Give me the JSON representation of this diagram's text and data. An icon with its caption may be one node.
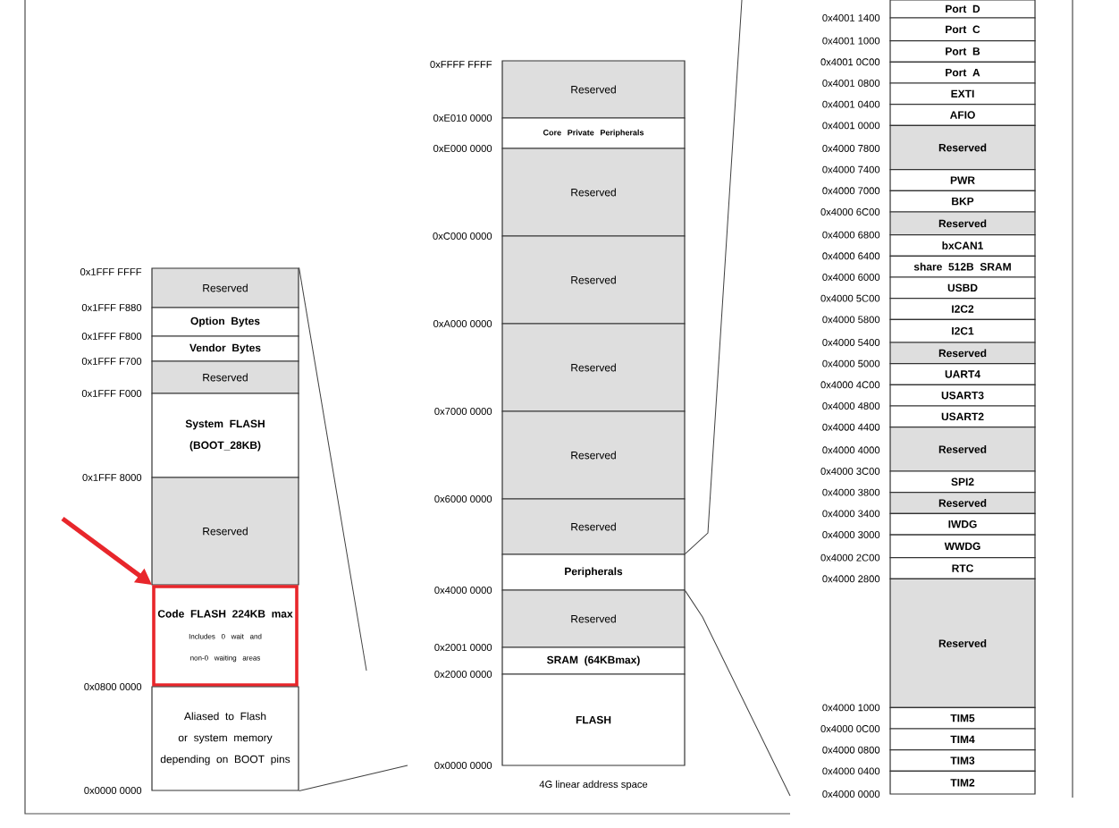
{
  "diagram": {
    "nodes": [
      {
        "text": [
          "Reserved"
        ]
      },
      {
        "text": [
          "Option Bytes"
        ]
      },
      {
        "text": [
          "Vendor Bytes"
        ]
      },
      {
        "text": [
          "Reserved"
        ]
      },
      {
        "text": [
          "System FLASH (BOOT_28KB)"
        ]
      },
      {
        "text": [
          "Reserved"
        ]
      },
      {
        "text": [
          "Code FLASH 224KB max",
          "Includes 0 wait and non-0 waiting areas"
        ]
      },
      {
        "text": [
          "Aliased to Flash or system memory depending on BOOT pins"
        ]
      },
      {
        "text": [
          "Reserved"
        ]
      },
      {
        "text": [
          "Core Private Peripherals"
        ]
      },
      {
        "text": [
          "Reserved"
        ]
      },
      {
        "text": [
          "Reserved"
        ]
      },
      {
        "text": [
          "Reserved"
        ]
      },
      {
        "text": [
          "Reserved"
        ]
      },
      {
        "text": [
          "Reserved"
        ]
      },
      {
        "text": [
          "Peripherals"
        ]
      },
      {
        "text": [
          "Reserved"
        ]
      },
      {
        "text": [
          "SRAM (64KBmax)"
        ]
      },
      {
        "text": [
          "FLASH"
        ]
      },
      {
        "text": [
          "Port D"
        ]
      },
      {
        "text": [
          "Port C"
        ]
      },
      {
        "text": [
          "Port B"
        ]
      },
      {
        "text": [
          "Port A"
        ]
      },
      {
        "text": [
          "EXTI"
        ]
      },
      {
        "text": [
          "AFIO"
        ]
      },
      {
        "text": [
          "Reserved"
        ]
      },
      {
        "text": [
          "PWR"
        ]
      },
      {
        "text": [
          "BKP"
        ]
      },
      {
        "text": [
          "Reserved"
        ]
      },
      {
        "text": [
          "bxCAN1"
        ]
      },
      {
        "text": [
          "share 512B SRAM"
        ]
      },
      {
        "text": [
          "USBD"
        ]
      },
      {
        "text": [
          "I2C2"
        ]
      },
      {
        "text": [
          "I2C1"
        ]
      },
      {
        "text": [
          "Reserved"
        ]
      },
      {
        "text": [
          "UART4"
        ]
      },
      {
        "text": [
          "USART3"
        ]
      },
      {
        "text": [
          "USART2"
        ]
      },
      {
        "text": [
          "Reserved"
        ]
      },
      {
        "text": [
          "SPI2"
        ]
      },
      {
        "text": [
          "Reserved"
        ]
      },
      {
        "text": [
          "IWDG"
        ]
      },
      {
        "text": [
          "WWDG"
        ]
      },
      {
        "text": [
          "RTC"
        ]
      },
      {
        "text": [
          "Reserved"
        ]
      },
      {
        "text": [
          "TIM5"
        ]
      },
      {
        "text": [
          "TIM4"
        ]
      },
      {
        "text": [
          "TIM3"
        ]
      },
      {
        "text": [
          "TIM2"
        ]
      }
    ],
    "edges": [
      {
        "from": 0,
        "to": null,
        "arrow": "none"
      },
      {
        "from": 7,
        "to": null,
        "arrow": "none"
      },
      {
        "from": 15,
        "to": null,
        "arrow": "none"
      },
      {
        "from": 15,
        "to": null,
        "arrow": "none"
      },
      {
        "from": null,
        "to": 6,
        "arrow": "to",
        "style": "thick",
        "color": "#e8262b"
      }
    ],
    "labels": [
      "0x1FFF FFFF",
      "0x1FFF F880",
      "0x1FFF F800",
      "0x1FFF F700",
      "0x1FFF F000",
      "0x1FFF 8000",
      "0x0800 0000",
      "0x0000 0000",
      "0xFFFF FFFF",
      "0xE010 0000",
      "0xE000 0000",
      "0xC000 0000",
      "0xA000 0000",
      "0x7000 0000",
      "0x6000 0000",
      "0x4000 0000",
      "0x2001 0000",
      "0x2000 0000",
      "0x0000 0000",
      "4G linear address space",
      "0x4001 1400",
      "0x4001 1000",
      "0x4001 0C00",
      "0x4001 0800",
      "0x4001 0400",
      "0x4001 0000",
      "0x4000 7800",
      "0x4000 7400",
      "0x4000 7000",
      "0x4000 6C00",
      "0x4000 6800",
      "0x4000 6400",
      "0x4000 6000",
      "0x4000 5C00",
      "0x4000 5800",
      "0x4000 5400",
      "0x4000 5000",
      "0x4000 4C00",
      "0x4000 4800",
      "0x4000 4400",
      "0x4000 4000",
      "0x4000 3C00",
      "0x4000 3800",
      "0x4000 3400",
      "0x4000 3000",
      "0x4000 2C00",
      "0x4000 2800",
      "0x4000 1000",
      "0x4000 0C00",
      "0x4000 0800",
      "0x4000 0400",
      "0x4000 0000"
    ]
  }
}
